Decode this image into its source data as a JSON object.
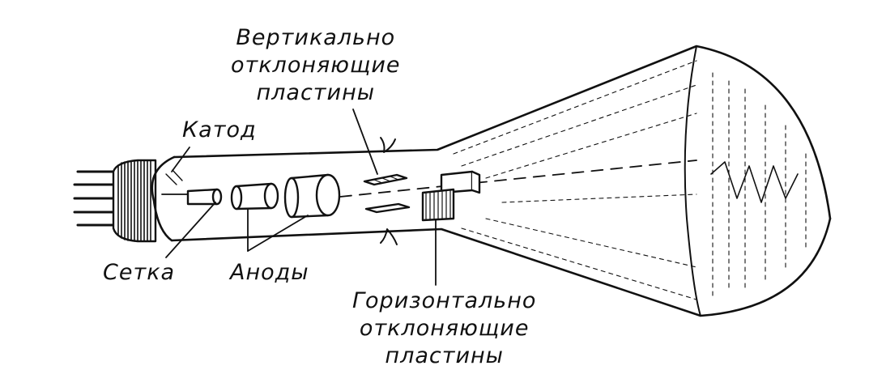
{
  "labels": {
    "katod": "Катод",
    "setka": "Сетка",
    "anody": "Аноды",
    "vertical": [
      "Вертикально",
      "отклоняющие",
      "пластины"
    ],
    "horizontal": [
      "Горизонтально",
      "отклоняющие",
      "пластины"
    ]
  },
  "colors": {
    "ink": "#111111",
    "paper": "#ffffff"
  }
}
